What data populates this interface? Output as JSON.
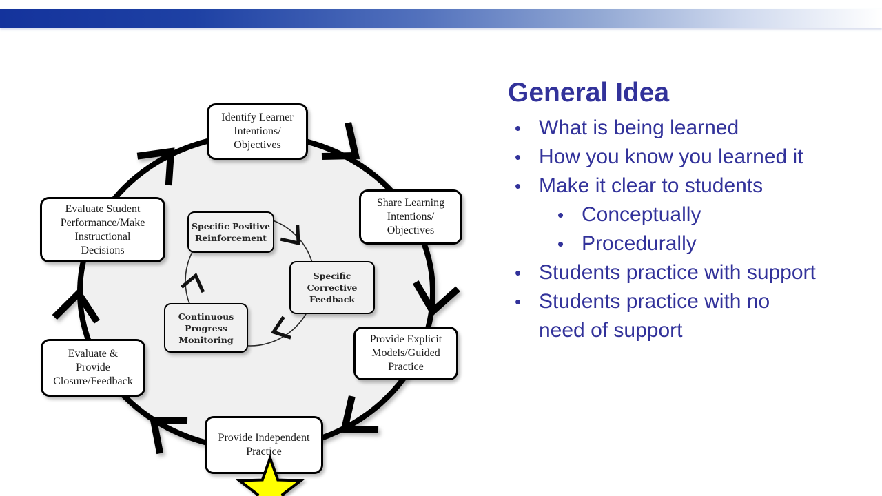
{
  "top_bar": {
    "gradient_left_color": "#14339c",
    "gradient_right_color": "#ffffff"
  },
  "panel": {
    "title": "General Idea",
    "text_color": "#32329a",
    "bullet_char": "•",
    "bullets": [
      {
        "level": 1,
        "text": "What is being learned"
      },
      {
        "level": 1,
        "text": "How you know you learned it"
      },
      {
        "level": 1,
        "text": "Make it clear to students"
      },
      {
        "level": 2,
        "text": "Conceptually"
      },
      {
        "level": 2,
        "text": "Procedurally"
      },
      {
        "level": 1,
        "text": "Students practice with support"
      },
      {
        "level": 1,
        "text": "Students practice with no\nneed of support"
      }
    ]
  },
  "diagram": {
    "ring_fill": "#f0f0f0",
    "line_color": "#000000",
    "star_color": "#ffff00",
    "outer_cycle_nodes": [
      {
        "label": "Identify Learner\nIntentions/\nObjectives"
      },
      {
        "label": "Share Learning\nIntentions/\nObjectives"
      },
      {
        "label": "Provide Explicit\nModels/Guided\nPractice"
      },
      {
        "label": "Provide Independent\nPractice"
      },
      {
        "label": "Evaluate &\nProvide\nClosure/Feedback"
      },
      {
        "label": "Evaluate Student\nPerformance/Make\nInstructional\nDecisions"
      }
    ],
    "inner_cycle_nodes": [
      {
        "label": "Specific Positive\nReinforcement"
      },
      {
        "label": "Specific\nCorrective\nFeedback"
      },
      {
        "label": "Continuous\nProgress\nMonitoring"
      }
    ]
  }
}
